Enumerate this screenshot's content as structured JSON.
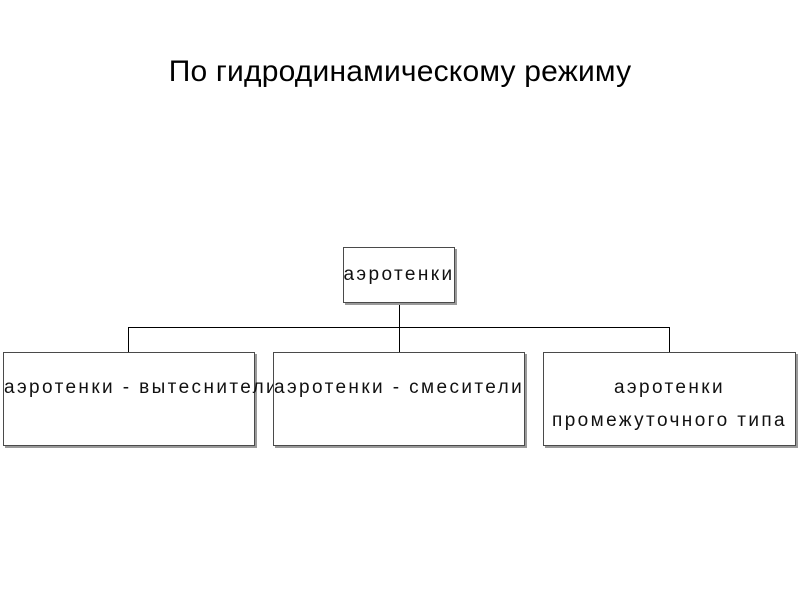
{
  "slide": {
    "title": "По гидродинамическому режиму"
  },
  "diagram": {
    "root": {
      "label": "аэротенки"
    },
    "children": [
      {
        "lines": [
          "аэротенки - вытеснители"
        ]
      },
      {
        "lines": [
          "аэротенки - смесители"
        ]
      },
      {
        "lines": [
          "аэротенки",
          "промежуточного типа"
        ]
      }
    ]
  },
  "colors": {
    "background": "#ffffff",
    "text": "#000000",
    "box_border": "#4a4a4a",
    "box_shadow": "#9a9a9a",
    "connector": "#000000"
  }
}
